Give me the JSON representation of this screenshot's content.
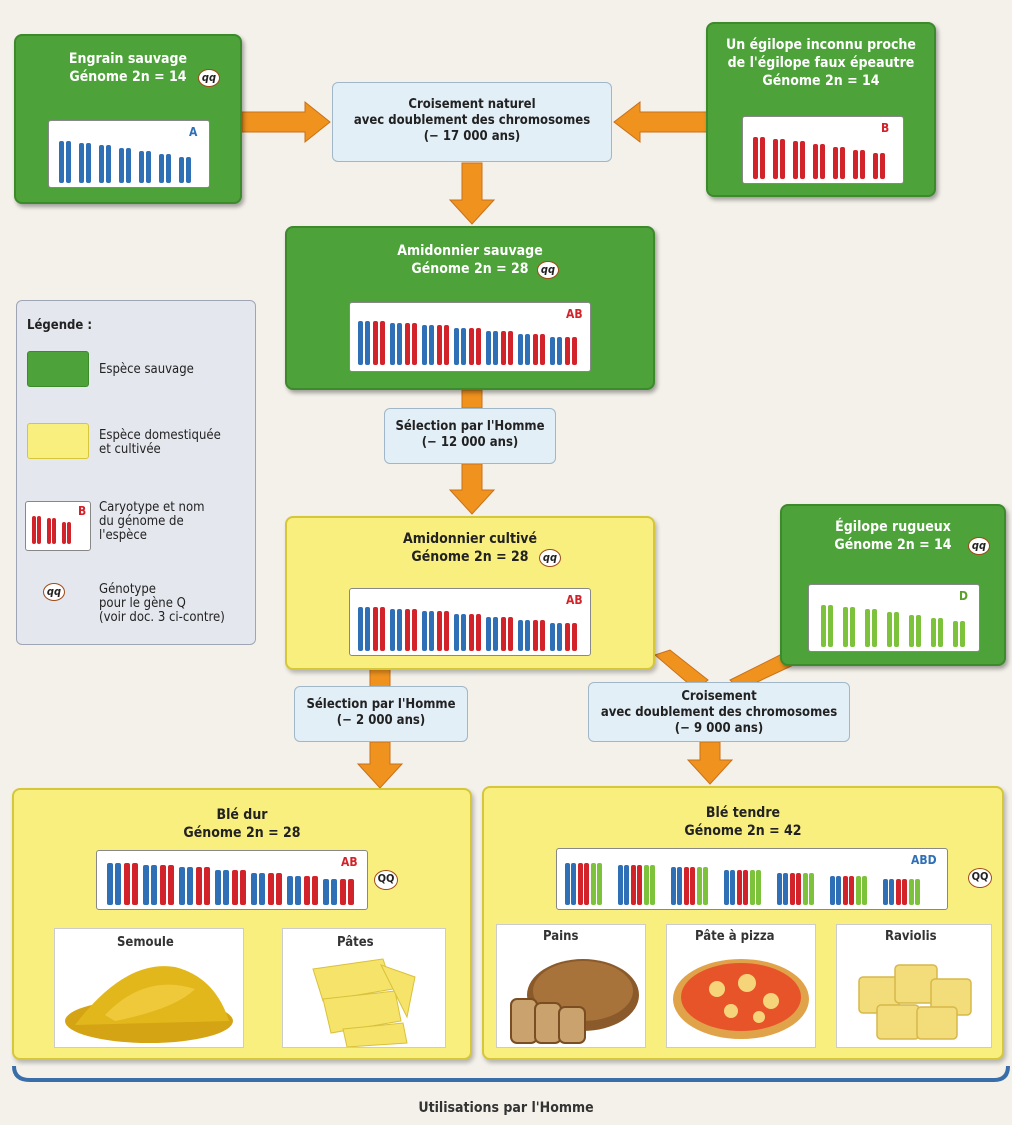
{
  "engrain": {
    "name": "Engrain sauvage",
    "genome": "Génome 2n = 14",
    "genotype": "qq",
    "label": "A"
  },
  "egilope_inconnu": {
    "line1": "Un égilope inconnu proche",
    "line2": "de l'égilope faux épeautre",
    "genome": "Génome 2n = 14",
    "label": "B"
  },
  "croisement_naturel": {
    "line1": "Croisement naturel",
    "line2": "avec doublement des chromosomes",
    "line3": "(− 17 000 ans)"
  },
  "amidonnier_sauvage": {
    "name": "Amidonnier sauvage",
    "genome": "Génome 2n = 28",
    "genotype": "qq",
    "label": "AB"
  },
  "selection_1": {
    "line1": "Sélection par l'Homme",
    "line2": "(− 12 000 ans)"
  },
  "amidonnier_cultive": {
    "name": "Amidonnier cultivé",
    "genome": "Génome 2n = 28",
    "genotype": "qq",
    "label": "AB"
  },
  "egilope_rugueux": {
    "name": "Égilope rugueux",
    "genome": "Génome 2n = 14",
    "genotype": "qq",
    "label": "D"
  },
  "selection_2": {
    "line1": "Sélection par l'Homme",
    "line2": "(− 2 000 ans)"
  },
  "croisement_2": {
    "line1": "Croisement",
    "line2": "avec doublement des chromosomes",
    "line3": "(− 9 000 ans)"
  },
  "ble_dur": {
    "name": "Blé dur",
    "genome": "Génome 2n = 28",
    "genotype": "QQ",
    "label": "AB",
    "uses": [
      "Semoule",
      "Pâtes"
    ]
  },
  "ble_tendre": {
    "name": "Blé tendre",
    "genome": "Génome 2n = 42",
    "genotype": "QQ",
    "label": "ABD",
    "uses": [
      "Pains",
      "Pâte à pizza",
      "Raviolis"
    ]
  },
  "legend": {
    "title": "Légende :",
    "wild": "Espèce sauvage",
    "domestic_1": "Espèce domestiquée",
    "domestic_2": "et cultivée",
    "karyo_1": "Caryotype et nom",
    "karyo_2": "du génome de",
    "karyo_3": "l'espèce",
    "karyo_label": "B",
    "geno_symbol": "qq",
    "geno_1": "Génotype",
    "geno_2": "pour le gène Q",
    "geno_3": "(voir doc. 3 ci-contre)"
  },
  "footer": "Utilisations par l'Homme",
  "colors": {
    "wild": "#4ea23a",
    "domestic": "#f8ef7f",
    "arrow": "#f0931e",
    "genome_A": "#2f6fb5",
    "genome_B": "#d2232a",
    "genome_D": "#7cc23a"
  }
}
